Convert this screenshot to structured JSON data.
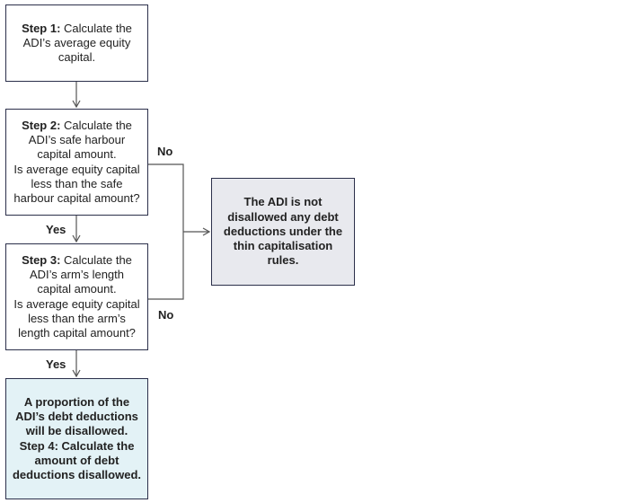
{
  "step1": {
    "bold": "Step 1:",
    "text": " Calculate the ADI’s average equity capital."
  },
  "step2": {
    "bold": "Step 2:",
    "text": " Calculate the ADI’s safe harbour capital amount.",
    "question": "Is average equity capital less than the safe harbour capital amount?"
  },
  "step3": {
    "bold": "Step 3:",
    "text": " Calculate the ADI’s arm’s length capital amount.",
    "question": "Is average equity capital less than the arm’s length capital amount?"
  },
  "result": {
    "line1": "A proportion of the ADI’s debt deductions will be disallowed.",
    "line2": "Step 4: Calculate the amount of debt deductions disallowed."
  },
  "outcome": {
    "text": "The ADI is not disallowed any debt deductions under the thin capitalisation rules."
  },
  "labels": {
    "yes1": "Yes",
    "yes2": "Yes",
    "no1": "No",
    "no2": "No"
  },
  "colors": {
    "border": "#2b2f4a",
    "result_fill": "#e3f2f6",
    "outcome_fill": "#e8e9ee",
    "connector": "#555555"
  }
}
